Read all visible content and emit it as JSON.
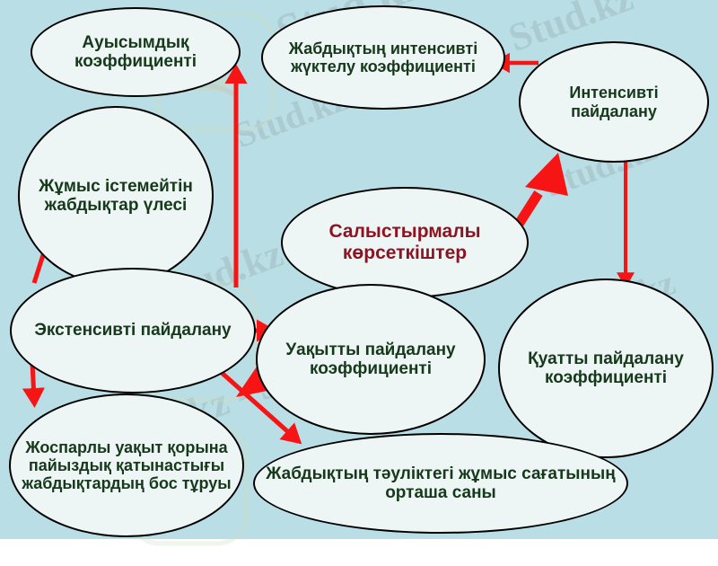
{
  "diagram": {
    "title": "Салыстырмалы көрсеткіштер",
    "type": "concept-map",
    "background_color": "#b9dee5",
    "node_fill_color": "#edf5f5",
    "node_border_color": "#000000",
    "node_text_color": "#17391b",
    "root_text_color": "#8e1320",
    "arrow_color": "#f71414",
    "nodes": [
      {
        "id": "n1",
        "label": "Ауысымдық коэффициенті"
      },
      {
        "id": "n2",
        "label": "Жабдықтың интенсивті жүктелу коэффициенті"
      },
      {
        "id": "n3",
        "label": "Интенсивті пайдалану"
      },
      {
        "id": "n4",
        "label": "Жұмыс істемейтін жабдықтар үлесі"
      },
      {
        "id": "n5",
        "label": "Салыстырмалы көрсеткіштер"
      },
      {
        "id": "n6",
        "label": "Экстенсивті пайдалану"
      },
      {
        "id": "n7",
        "label": "Уақытты пайдалану коэффициенті"
      },
      {
        "id": "n8",
        "label": "Қуатты пайдалану коэффициенті"
      },
      {
        "id": "n9",
        "label": "Жоспарлы уақыт қорына пайыздық қатынастығы жабдықтардың бос тұруы"
      },
      {
        "id": "n10",
        "label": "Жабдықтың тәуліктегі жұмыс сағатының орташа саны"
      }
    ],
    "edges": [
      {
        "from": "n5",
        "to": "n3",
        "style": "thick"
      },
      {
        "from": "n5",
        "to": "n6",
        "style": "thick"
      },
      {
        "from": "n3",
        "to": "n2",
        "style": "thin"
      },
      {
        "from": "n3",
        "to": "n8",
        "style": "thin"
      },
      {
        "from": "n6",
        "to": "n1",
        "style": "thin"
      },
      {
        "from": "n6",
        "to": "n4",
        "style": "thin"
      },
      {
        "from": "n6",
        "to": "n7",
        "style": "thin"
      },
      {
        "from": "n6",
        "to": "n9",
        "style": "thin"
      },
      {
        "from": "n6",
        "to": "n10",
        "style": "thin"
      }
    ]
  },
  "watermarks": {
    "text_a": "Stud.kz",
    "text_b": "Stud.kz - Stud.kz",
    "text_c": "Stud.kz"
  }
}
